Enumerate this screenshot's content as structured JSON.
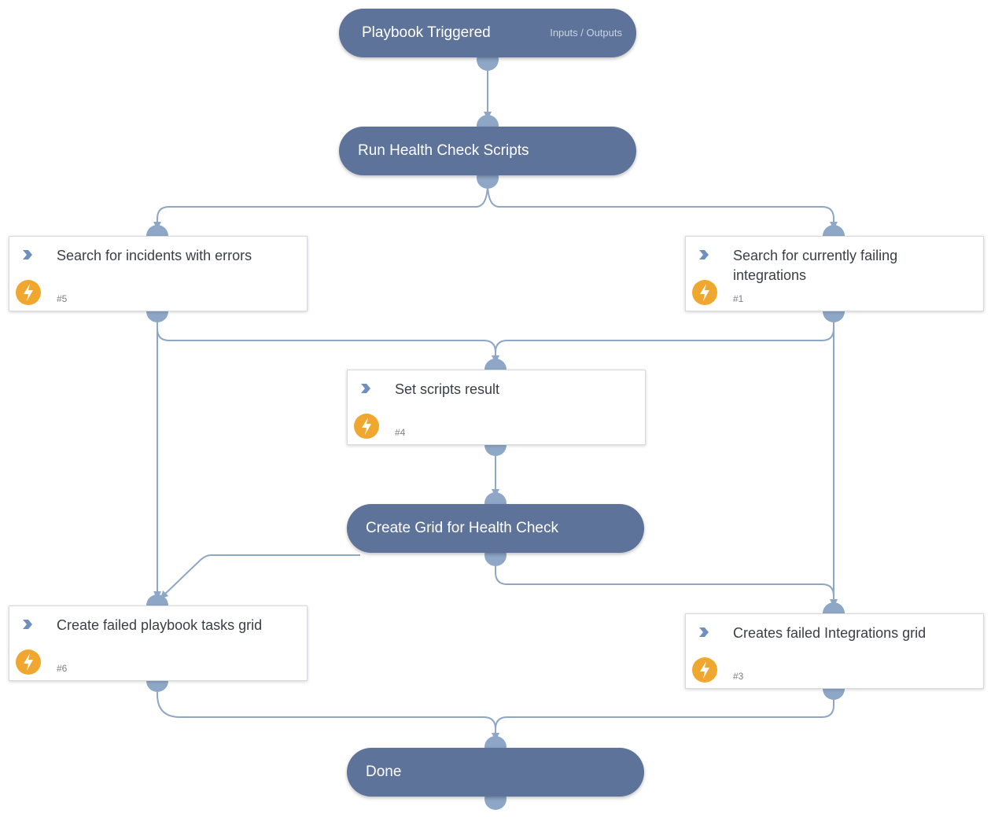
{
  "playbook": {
    "trigger": {
      "label": "Playbook Triggered",
      "io_link": "Inputs / Outputs"
    },
    "sections": {
      "run_scripts": "Run Health Check Scripts",
      "create_grid": "Create Grid for Health Check",
      "done": "Done"
    },
    "tasks": {
      "search_incidents": {
        "label": "Search for incidents with errors",
        "id": "#5"
      },
      "search_integrations": {
        "label": "Search for currently failing integrations",
        "id": "#1"
      },
      "set_scripts": {
        "label": "Set scripts result",
        "id": "#4"
      },
      "failed_tasks_grid": {
        "label": "Create failed playbook tasks grid",
        "id": "#6"
      },
      "failed_integrations_grid": {
        "label": "Creates failed Integrations grid",
        "id": "#3"
      }
    }
  },
  "colors": {
    "node_fill": "#5e7399",
    "port": "#8ea7c6",
    "edge": "#8ea7c6",
    "automation_badge": "#f0a730",
    "task_border": "#d6d9de"
  },
  "icons": {
    "task_type": "chevron-right-icon",
    "automation": "lightning-bolt-icon"
  }
}
